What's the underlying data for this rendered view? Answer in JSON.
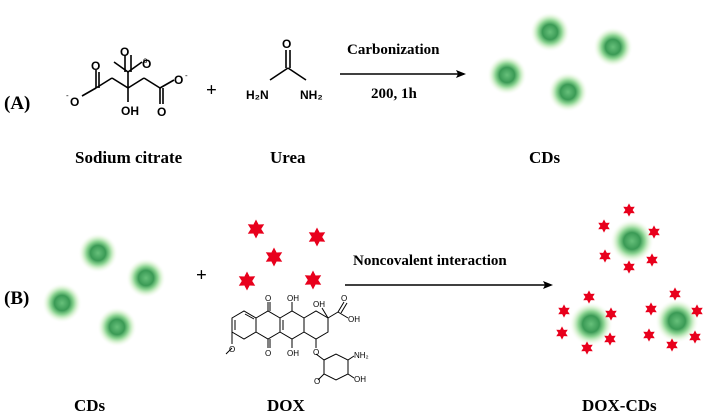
{
  "panel_a": {
    "label": "(A)",
    "reactant1": "Sodium citrate",
    "reactant2": "Urea",
    "plus": "+",
    "arrow_top": "Carbonization",
    "arrow_bottom": "200, 1h",
    "product": "CDs",
    "citrate_atoms": {
      "o_top": "O",
      "o_top_charge": "-",
      "o_left": "O",
      "o_left_charge": "-",
      "o_right": "O",
      "o_right_charge": "-",
      "oh": "OH"
    },
    "urea_atoms": {
      "o": "O",
      "left": "H₂N",
      "right": "NH₂"
    }
  },
  "panel_b": {
    "label": "(B)",
    "reactant1": "CDs",
    "reactant2": "DOX",
    "plus": "+",
    "arrow_top": "Noncovalent interaction",
    "product": "DOX-CDs",
    "dox_atoms": {
      "oh1": "OH",
      "oh2": "OH",
      "oh3": "OH",
      "oh4": "OH",
      "oh5": "OH",
      "o1": "O",
      "o2": "O",
      "o3": "O",
      "o4": "O",
      "o5": "O",
      "o6": "O",
      "nh2": "NH₂"
    }
  },
  "colors": {
    "cd_core": "#2f8a4a",
    "cd_glow": "#b9e6b0",
    "star": "#e8001c"
  }
}
